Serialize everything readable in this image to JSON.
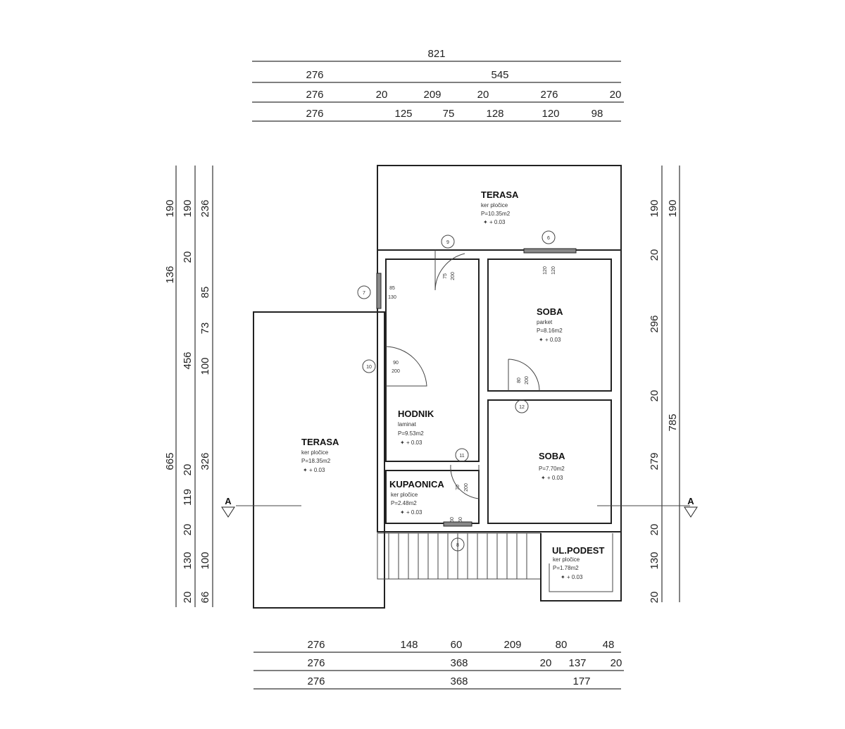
{
  "dims_top": {
    "row1": [
      "821"
    ],
    "row2": [
      "276",
      "545"
    ],
    "row3": [
      "276",
      "20",
      "209",
      "20",
      "276",
      "20"
    ],
    "row4": [
      "276",
      "125",
      "75",
      "128",
      "120",
      "98"
    ]
  },
  "dims_bottom": {
    "row1": [
      "276",
      "148",
      "60",
      "209",
      "80",
      "48"
    ],
    "row2": [
      "276",
      "368",
      "20",
      "137",
      "20"
    ],
    "row3": [
      "276",
      "368",
      "177"
    ]
  },
  "dims_left": {
    "col1": [
      "190",
      "136",
      "665"
    ],
    "col2": [
      "190",
      "20",
      "456",
      "20",
      "119",
      "20",
      "130",
      "20"
    ],
    "col3": [
      "236",
      "85",
      "73",
      "100",
      "326",
      "100",
      "66"
    ]
  },
  "dims_right": {
    "col1": [
      "190",
      "20",
      "296",
      "20",
      "279",
      "20",
      "130",
      "20"
    ],
    "col2": [
      "190",
      "785"
    ]
  },
  "section_marker": "A",
  "rooms": [
    {
      "name": "TERASA",
      "floor": "ker pločice",
      "area": "P=10.35m2",
      "level": "+ 0.03"
    },
    {
      "name": "SOBA",
      "floor": "parket",
      "area": "P=8.16m2",
      "level": "+ 0.03"
    },
    {
      "name": "HODNIK",
      "floor": "laminat",
      "area": "P=9.53m2",
      "level": "+ 0.03"
    },
    {
      "name": "TERASA",
      "floor": "ker pločice",
      "area": "P=18.35m2",
      "level": "+ 0.03"
    },
    {
      "name": "SOBA",
      "floor": "",
      "area": "P=7.70m2",
      "level": "+ 0.03"
    },
    {
      "name": "KUPAONICA",
      "floor": "ker pločice",
      "area": "P=2.48m2",
      "level": "+ 0.03"
    },
    {
      "name": "UL.PODEST",
      "floor": "ker pločice",
      "area": "P=1.78m2",
      "level": "+ 0.03"
    }
  ],
  "openings": [
    {
      "id": "9",
      "w": "75",
      "h": "200"
    },
    {
      "id": "6",
      "w": "120",
      "h": "120"
    },
    {
      "id": "7",
      "w": "85",
      "h": "130"
    },
    {
      "id": "10",
      "w": "90",
      "h": "200"
    },
    {
      "id": "12",
      "w": "80",
      "h": "200"
    },
    {
      "id": "11",
      "w": "70",
      "h": "200"
    },
    {
      "id": "8",
      "w": "60",
      "h": "60"
    }
  ]
}
